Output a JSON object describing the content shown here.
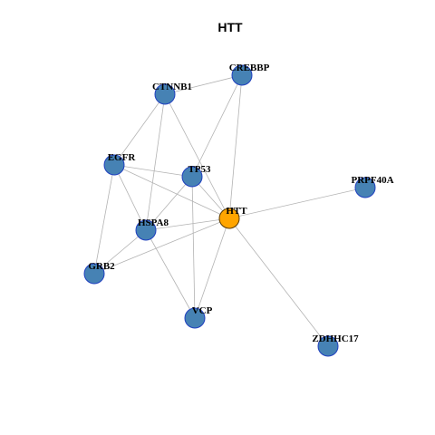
{
  "graph": {
    "title": "HTT",
    "colors": {
      "node": "#4682b4",
      "hub": "#ffa500",
      "edge": "#b3b3b3",
      "node_border": "#1f3fbf"
    },
    "nodes": [
      {
        "id": "CREBBP",
        "label": "CREBBP",
        "hub": false
      },
      {
        "id": "CTNNB1",
        "label": "CTNNB1",
        "hub": false
      },
      {
        "id": "EGFR",
        "label": "EGFR",
        "hub": false
      },
      {
        "id": "TP53",
        "label": "TP53",
        "hub": false
      },
      {
        "id": "PRPF40A",
        "label": "PRPF40A",
        "hub": false
      },
      {
        "id": "HTT",
        "label": "HTT",
        "hub": true
      },
      {
        "id": "HSPA8",
        "label": "HSPA8",
        "hub": false
      },
      {
        "id": "GRB2",
        "label": "GRB2",
        "hub": false
      },
      {
        "id": "VCP",
        "label": "VCP",
        "hub": false
      },
      {
        "id": "ZDHHC17",
        "label": "ZDHHC17",
        "hub": false
      }
    ],
    "edges": [
      [
        "CTNNB1",
        "CREBBP"
      ],
      [
        "CREBBP",
        "TP53"
      ],
      [
        "CREBBP",
        "HTT"
      ],
      [
        "CTNNB1",
        "EGFR"
      ],
      [
        "CTNNB1",
        "HSPA8"
      ],
      [
        "CTNNB1",
        "HTT"
      ],
      [
        "EGFR",
        "TP53"
      ],
      [
        "EGFR",
        "HSPA8"
      ],
      [
        "EGFR",
        "HTT"
      ],
      [
        "EGFR",
        "GRB2"
      ],
      [
        "TP53",
        "HTT"
      ],
      [
        "TP53",
        "HSPA8"
      ],
      [
        "TP53",
        "VCP"
      ],
      [
        "HTT",
        "PRPF40A"
      ],
      [
        "HTT",
        "HSPA8"
      ],
      [
        "HTT",
        "GRB2"
      ],
      [
        "HTT",
        "VCP"
      ],
      [
        "HTT",
        "ZDHHC17"
      ],
      [
        "HSPA8",
        "GRB2"
      ],
      [
        "HSPA8",
        "VCP"
      ]
    ]
  }
}
